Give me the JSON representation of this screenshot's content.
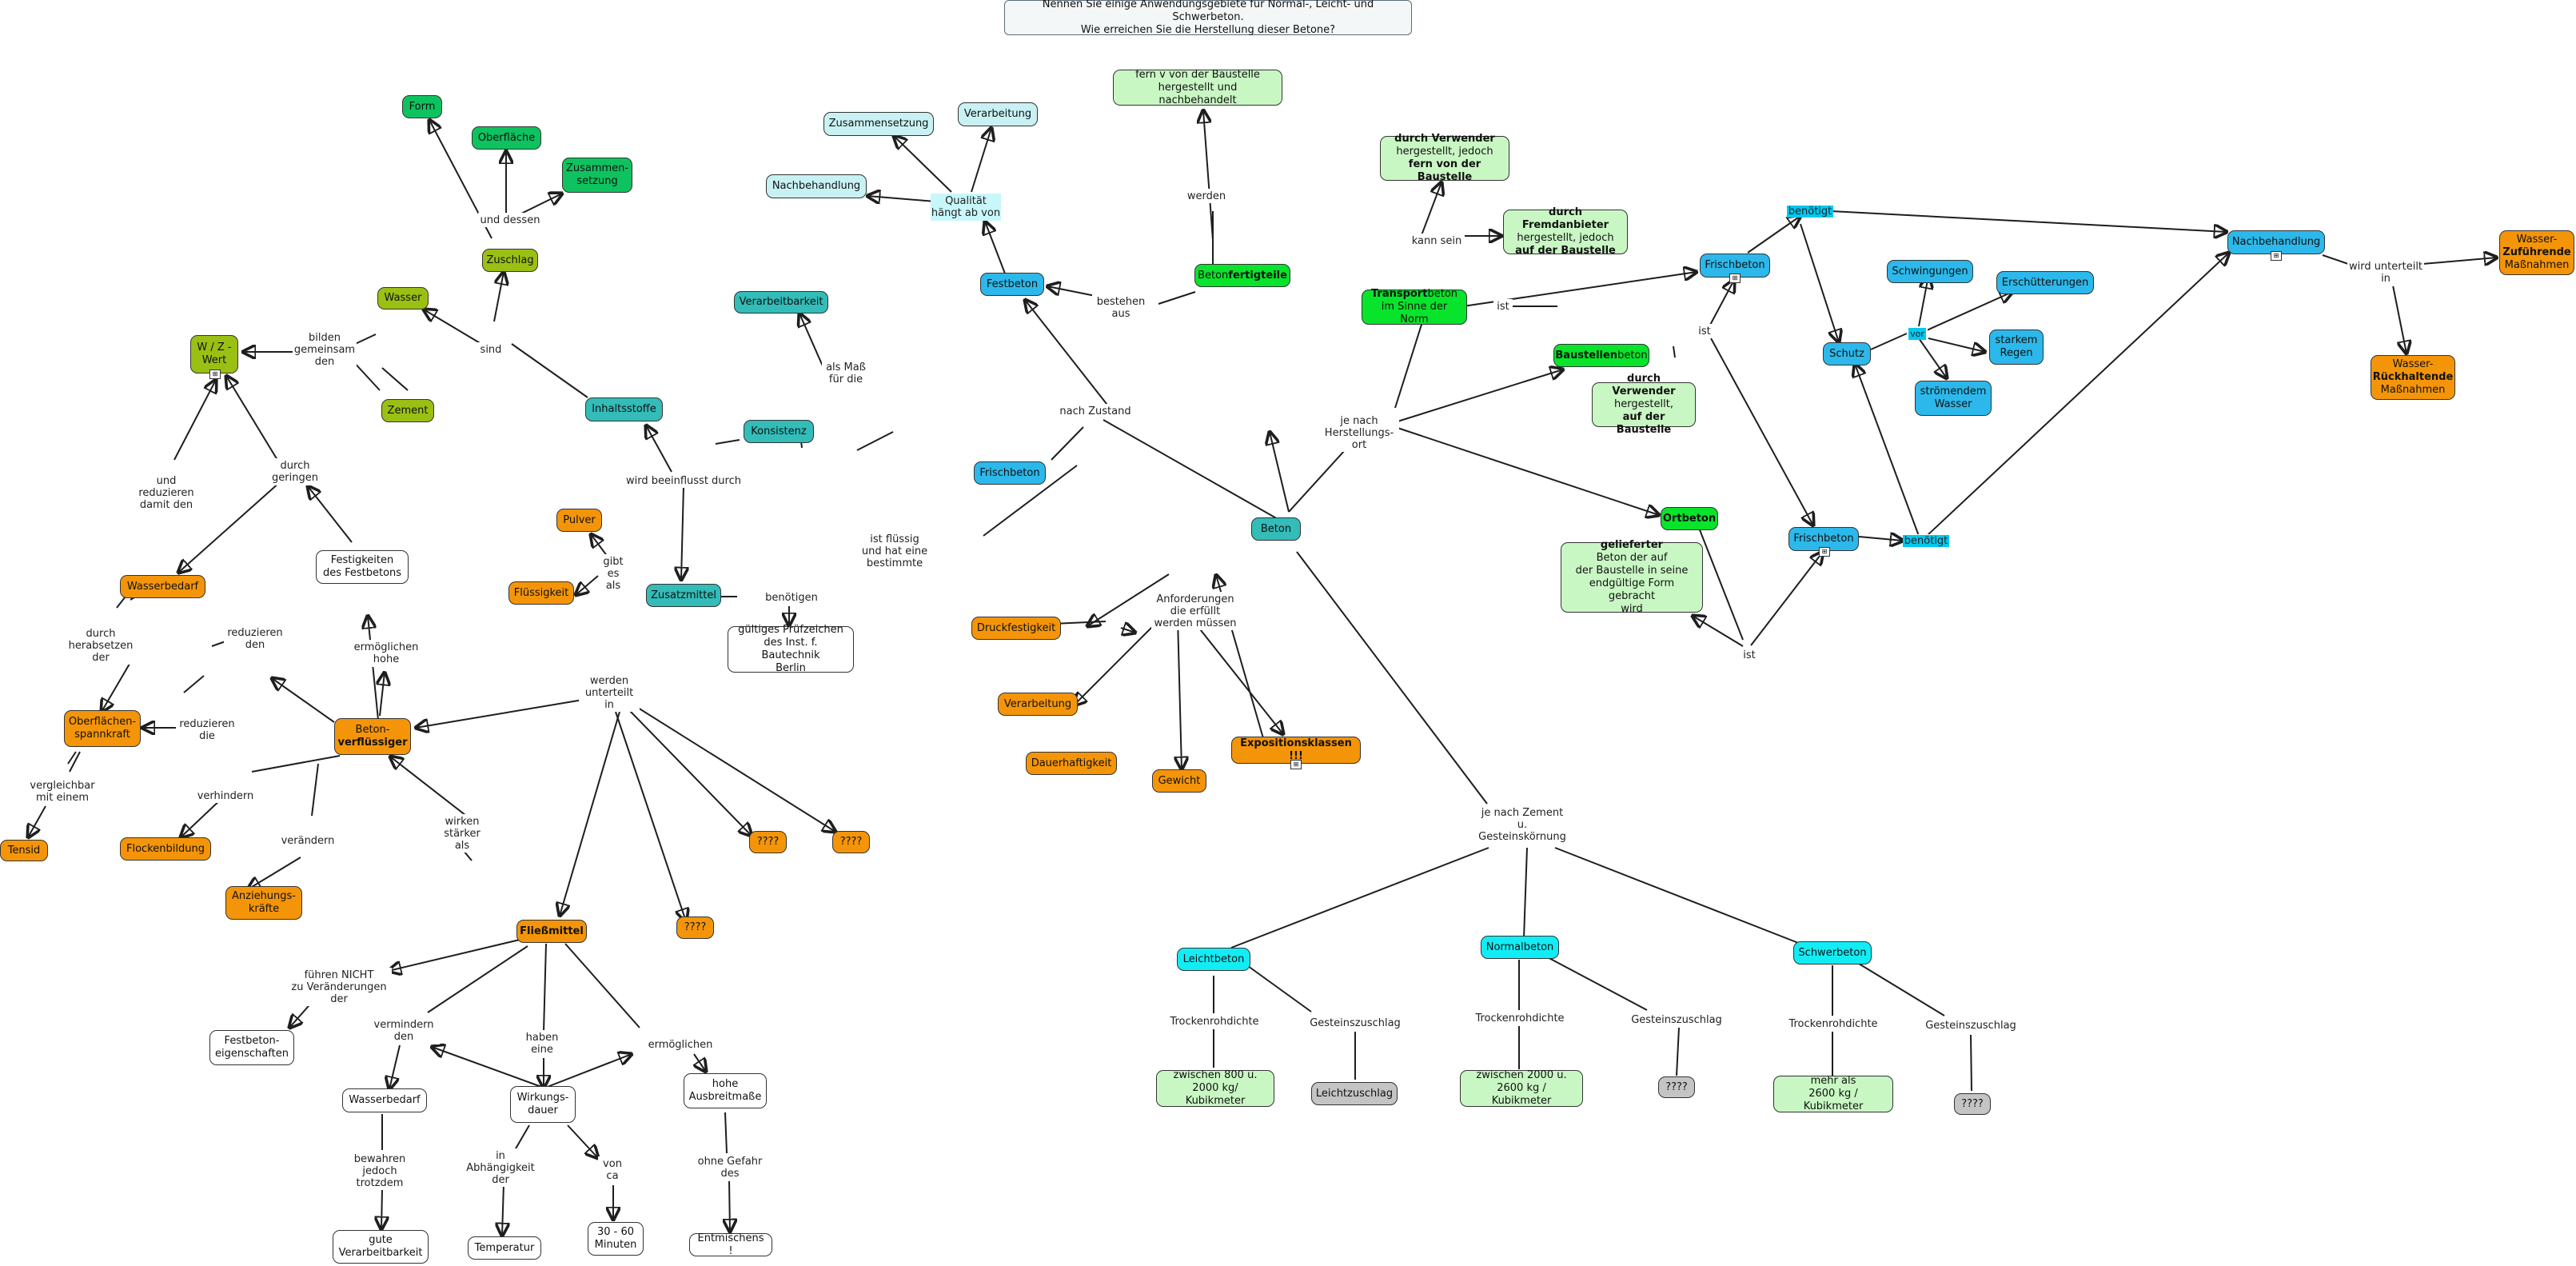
{
  "title": {
    "line1": "Nennen Sie einige Anwendungsgebiete für Normal-, Leicht- und Schwerbeton.",
    "line2": "Wie erreichen Sie die Herstellung dieser Betone?"
  },
  "colors": {
    "blue": "#2cb8ea",
    "orange": "#f49509",
    "olive": "#9ac013",
    "green": "#0ec35f",
    "bright_green": "#08e42b",
    "pale_green": "#c9f7c4",
    "cyan": "#12edf5",
    "teal": "#33bcb8"
  },
  "nodes": {
    "form": "Form",
    "oberflaeche": "Oberfläche",
    "zusammensetzung_agg": "Zusammen-\nsetzung",
    "zuschlag": "Zuschlag",
    "wasser": "Wasser",
    "wz_wert": "W / Z -\nWert",
    "zement": "Zement",
    "inhaltsstoffe": "Inhaltsstoffe",
    "verarbeitbarkeit": "Verarbeitbarkeit",
    "konsistenz": "Konsistenz",
    "pulver": "Pulver",
    "fluessigkeit": "Flüssigkeit",
    "zusatzmittel": "Zusatzmittel",
    "pruefzeichen": "gültiges Prüfzeichen\ndes Inst. f. Bautechnik\nBerlin",
    "wasserbedarf": "Wasserbedarf",
    "festigkeiten": "Festigkeiten\ndes Festbetons",
    "oberflaechenspannkraft": "Oberflächen-\nspannkraft",
    "betonverfluessiger_1": "Beton-",
    "betonverfluessiger_2": "verflüssiger",
    "tensid": "Tensid",
    "flockenbildung": "Flockenbildung",
    "anziehungskraefte": "Anziehungs-\nkräfte",
    "q1": "????",
    "q2": "????",
    "q3": "????",
    "fliessmittel": "Fließmittel",
    "festbetoneigenschaften": "Festbeton-\neigenschaften",
    "wasserbedarf2": "Wasserbedarf",
    "wirkungsdauer": "Wirkungs-\ndauer",
    "hohe_ausbreitmasse": "hohe\nAusbreitmaße",
    "gute_verarbeitbarkeit": "gute\nVerarbeitbarkeit",
    "temperatur": "Temperatur",
    "minuten": "30 - 60\nMinuten",
    "entmischens": "Entmischens !",
    "zusammensetzung": "Zusammensetzung",
    "verarbeitung_top": "Verarbeitung",
    "nachbehandlung_top": "Nachbehandlung",
    "festbeton": "Festbeton",
    "frischbeton_mid": "Frischbeton",
    "fern": "fern v von der Baustelle\nhergestellt und nachbehandelt",
    "betonfertigteile_1": "Beton",
    "betonfertigteile_2": "fertigteile",
    "beton": "Beton",
    "druckfestigkeit": "Druckfestigkeit",
    "verarbeitung": "Verarbeitung",
    "dauerhaftigkeit": "Dauerhaftigkeit",
    "gewicht": "Gewicht",
    "expositionsklassen": "Expositionsklassen !!!",
    "transportbeton_1": "Transport",
    "transportbeton_2": "beton",
    "transportbeton_3": "im Sinne der Norm",
    "verwender1_b": "durch Verwender",
    "verwender1_t": "hergestellt, jedoch",
    "verwender1_b2": "fern von der Baustelle",
    "fremd_b": "durch Fremdanbieter",
    "fremd_t": "hergestellt, jedoch",
    "fremd_b2": "auf der Baustelle",
    "baustellenbeton_1": "Baustellen",
    "baustellenbeton_2": "beton",
    "verwender2_b": "durch Verwender",
    "verwender2_t": "hergestellt,",
    "verwender2_b2": "auf der Baustelle",
    "ortbeton": "Ortbeton",
    "geliefert_b": "gelieferter",
    "geliefert_t": "Beton der auf\nder Baustelle in seine\nendgültige Form gebracht\nwird",
    "frischbeton_r1": "Frischbeton",
    "frischbeton_r2": "Frischbeton",
    "schutz": "Schutz",
    "schwingungen": "Schwingungen",
    "erschuetterungen": "Erschütterungen",
    "starkem_regen": "starkem\nRegen",
    "stroemendem_wasser": "strömendem\nWasser",
    "nachbehandlung": "Nachbehandlung",
    "wasserzufuehrende_1": "Wasser-",
    "wasserzufuehrende_2": "Zuführende",
    "wasserzufuehrende_3": "Maßnahmen",
    "wasserrueckhaltende_1": "Wasser-",
    "wasserrueckhaltende_2": "Rückhaltende",
    "wasserrueckhaltende_3": "Maßnahmen",
    "leichtbeton": "Leichtbeton",
    "normalbeton": "Normalbeton",
    "schwerbeton": "Schwerbeton",
    "leicht_dichte": "zwischen 800 u.\n2000 kg/ Kubikmeter",
    "leichtzuschlag": "Leichtzuschlag",
    "normal_dichte": "zwischen 2000 u.\n2600 kg / Kubikmeter",
    "q_normal": "????",
    "schwer_dichte": "mehr als\n2600 kg / Kubikmeter",
    "q_schwer": "????"
  },
  "labels": {
    "und_dessen": "und dessen",
    "sind": "sind",
    "bilden": "bilden\ngemeinsam\nden",
    "als_mass": "als Maß\nfür die",
    "wird_beeinflusst": "wird beeinflusst durch",
    "gibt_es": "gibt\nes\nals",
    "benoetigen": "benötigen",
    "und_reduzieren": "und\nreduzieren\ndamit den",
    "durch_geringen": "durch\ngeringen",
    "reduzieren_den": "reduzieren\nden",
    "ermoeglichen_hohe": "ermöglichen\nhohe",
    "durch_herabsetzen": "durch\nherabsetzen\nder",
    "reduzieren_die": "reduzieren\ndie",
    "vergleichbar": "vergleichbar\nmit einem",
    "verhindern": "verhindern",
    "veraendern": "verändern",
    "werden_unterteilt": "werden\nunterteilt\nin",
    "wirken_staerker": "wirken\nstärker\nals",
    "fuehren_nicht": "führen NICHT\nzu Veränderungen\nder",
    "vermindern_den": "vermindern\nden",
    "haben_eine": "haben\neine",
    "ermoeglichen": "ermöglichen",
    "bewahren": "bewahren\njedoch\ntrotzdem",
    "in_abhaengigkeit": "in\nAbhängigkeit\nder",
    "von_ca": "von\nca",
    "ohne_gefahr": "ohne Gefahr\ndes",
    "qualitaet": "Qualität\nhängt ab von",
    "bestehen_aus": "bestehen\naus",
    "werden": "werden",
    "nach_zustand": "nach Zustand",
    "ist_fluessig": "ist flüssig\nund hat eine\nbestimmte",
    "je_nach_ort": "je nach\nHerstellungs-\nort",
    "kann_sein": "kann sein",
    "ist_transport": "ist",
    "ist_baustelle": "ist",
    "ist_ortbeton": "ist",
    "anforderungen": "Anforderungen\ndie erfüllt\nwerden müssen",
    "benoetigt_top": "benötigt",
    "benoetigt_bottom": "benötigt",
    "vor": "vor",
    "wird_unterteilt": "wird unterteilt\nin",
    "je_nach_zement": "je nach Zement\nu.\nGesteinskörnung",
    "trockenrohdichte_l": "Trockenrohdichte",
    "gesteinszuschlag_l": "Gesteinszuschlag",
    "trockenrohdichte_n": "Trockenrohdichte",
    "gesteinszuschlag_n": "Gesteinszuschlag",
    "trockenrohdichte_s": "Trockenrohdichte",
    "gesteinszuschlag_s": "Gesteinszuschlag"
  }
}
